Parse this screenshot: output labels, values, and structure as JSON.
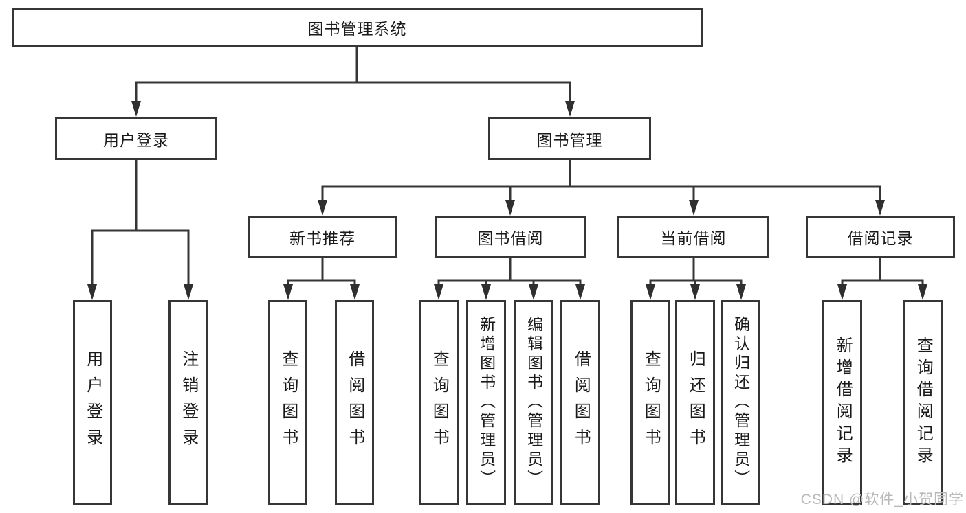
{
  "root": {
    "label": "图书管理系统"
  },
  "level2": [
    {
      "label": "用户登录"
    },
    {
      "label": "图书管理"
    }
  ],
  "level3": [
    {
      "label": "新书推荐"
    },
    {
      "label": "图书借阅"
    },
    {
      "label": "当前借阅"
    },
    {
      "label": "借阅记录"
    }
  ],
  "leaves": {
    "user_login": [
      {
        "label": "用户登录"
      },
      {
        "label": "注销登录"
      }
    ],
    "new_books": [
      {
        "label": "查询图书"
      },
      {
        "label": "借阅图书"
      }
    ],
    "book_borrow": [
      {
        "label": "查询图书"
      },
      {
        "label": "新增图书（管理员）"
      },
      {
        "label": "编辑图书（管理员）"
      },
      {
        "label": "借阅图书"
      }
    ],
    "current_borrow": [
      {
        "label": "查询图书"
      },
      {
        "label": "归还图书"
      },
      {
        "label": "确认归还（管理员）"
      }
    ],
    "borrow_records": [
      {
        "label": "新增借阅记录"
      },
      {
        "label": "查询借阅记录"
      }
    ]
  },
  "watermark": {
    "text": "CSDN @软件_小贺同学"
  },
  "colors": {
    "line": "#363636",
    "text": "#1a1a1a",
    "box_background": "#ffffff",
    "watermark": "#b9b9b9"
  }
}
